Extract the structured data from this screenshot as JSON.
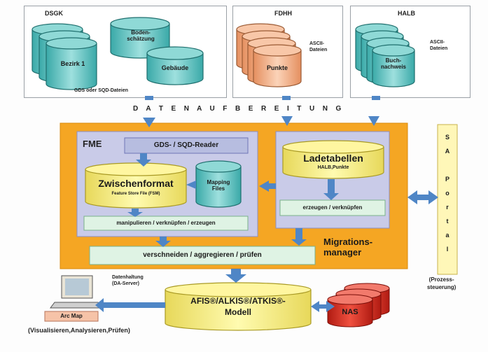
{
  "sources": {
    "dsgk": {
      "title": "DSGK",
      "cyl1": "Bezirk 1",
      "cyl2": "Boden-\nschätzung",
      "cyl3": "Gebäude"
    },
    "fdhh": {
      "title": "FDHH",
      "cyl": "Punkte",
      "note": "ASCII-\nDateien"
    },
    "halb": {
      "title": "HALB",
      "cyl": "Buch-\nnachweis",
      "note": "ASCII-\nDateien"
    },
    "dsgk_note": "GDS oder SQD-Dateien"
  },
  "datenaufbereitung": "D  A  T  E  N  A  U  F  B  E  R  E  I  T  U  N  G",
  "fme": {
    "title": "FME",
    "reader": "GDS- / SQD-Reader",
    "zwischen_title": "Zwischenformat",
    "zwischen_sub": "Feature Store File (FSM)",
    "mapping": "Mapping\nFiles",
    "bottom": "manipulieren / verknüpfen / erzeugen"
  },
  "ladetabellen": {
    "title": "Ladetabellen",
    "sub": "HALB,Punkte",
    "bottom": "erzeugen / verknüpfen"
  },
  "verschneiden": "verschneiden / aggregieren / prüfen",
  "migrations": "Migrations-\nmanager",
  "sa_portal": "S\nA\n \nP\no\nr\nt\na\nl",
  "prozess": "(Prozess-\nsteuerung)",
  "datenhaltung": "Datenhaltung\n(DA-Server)",
  "afis": "AFIS®/ALKIS®/ATKIS®-\nModell",
  "nas": "NAS",
  "arcmap": "Arc Map",
  "visualisieren": "(Visualisieren,Analysieren,Prüfen)",
  "colors": {
    "orange": "#f5a623",
    "teal": "#5cc6c4",
    "peach": "#f3b58e",
    "blue": "#4f86c6",
    "yellowbox": "#fff59a",
    "lav": "#c9cbe8",
    "mint": "#dff3e4",
    "red": "#e02a1f"
  }
}
